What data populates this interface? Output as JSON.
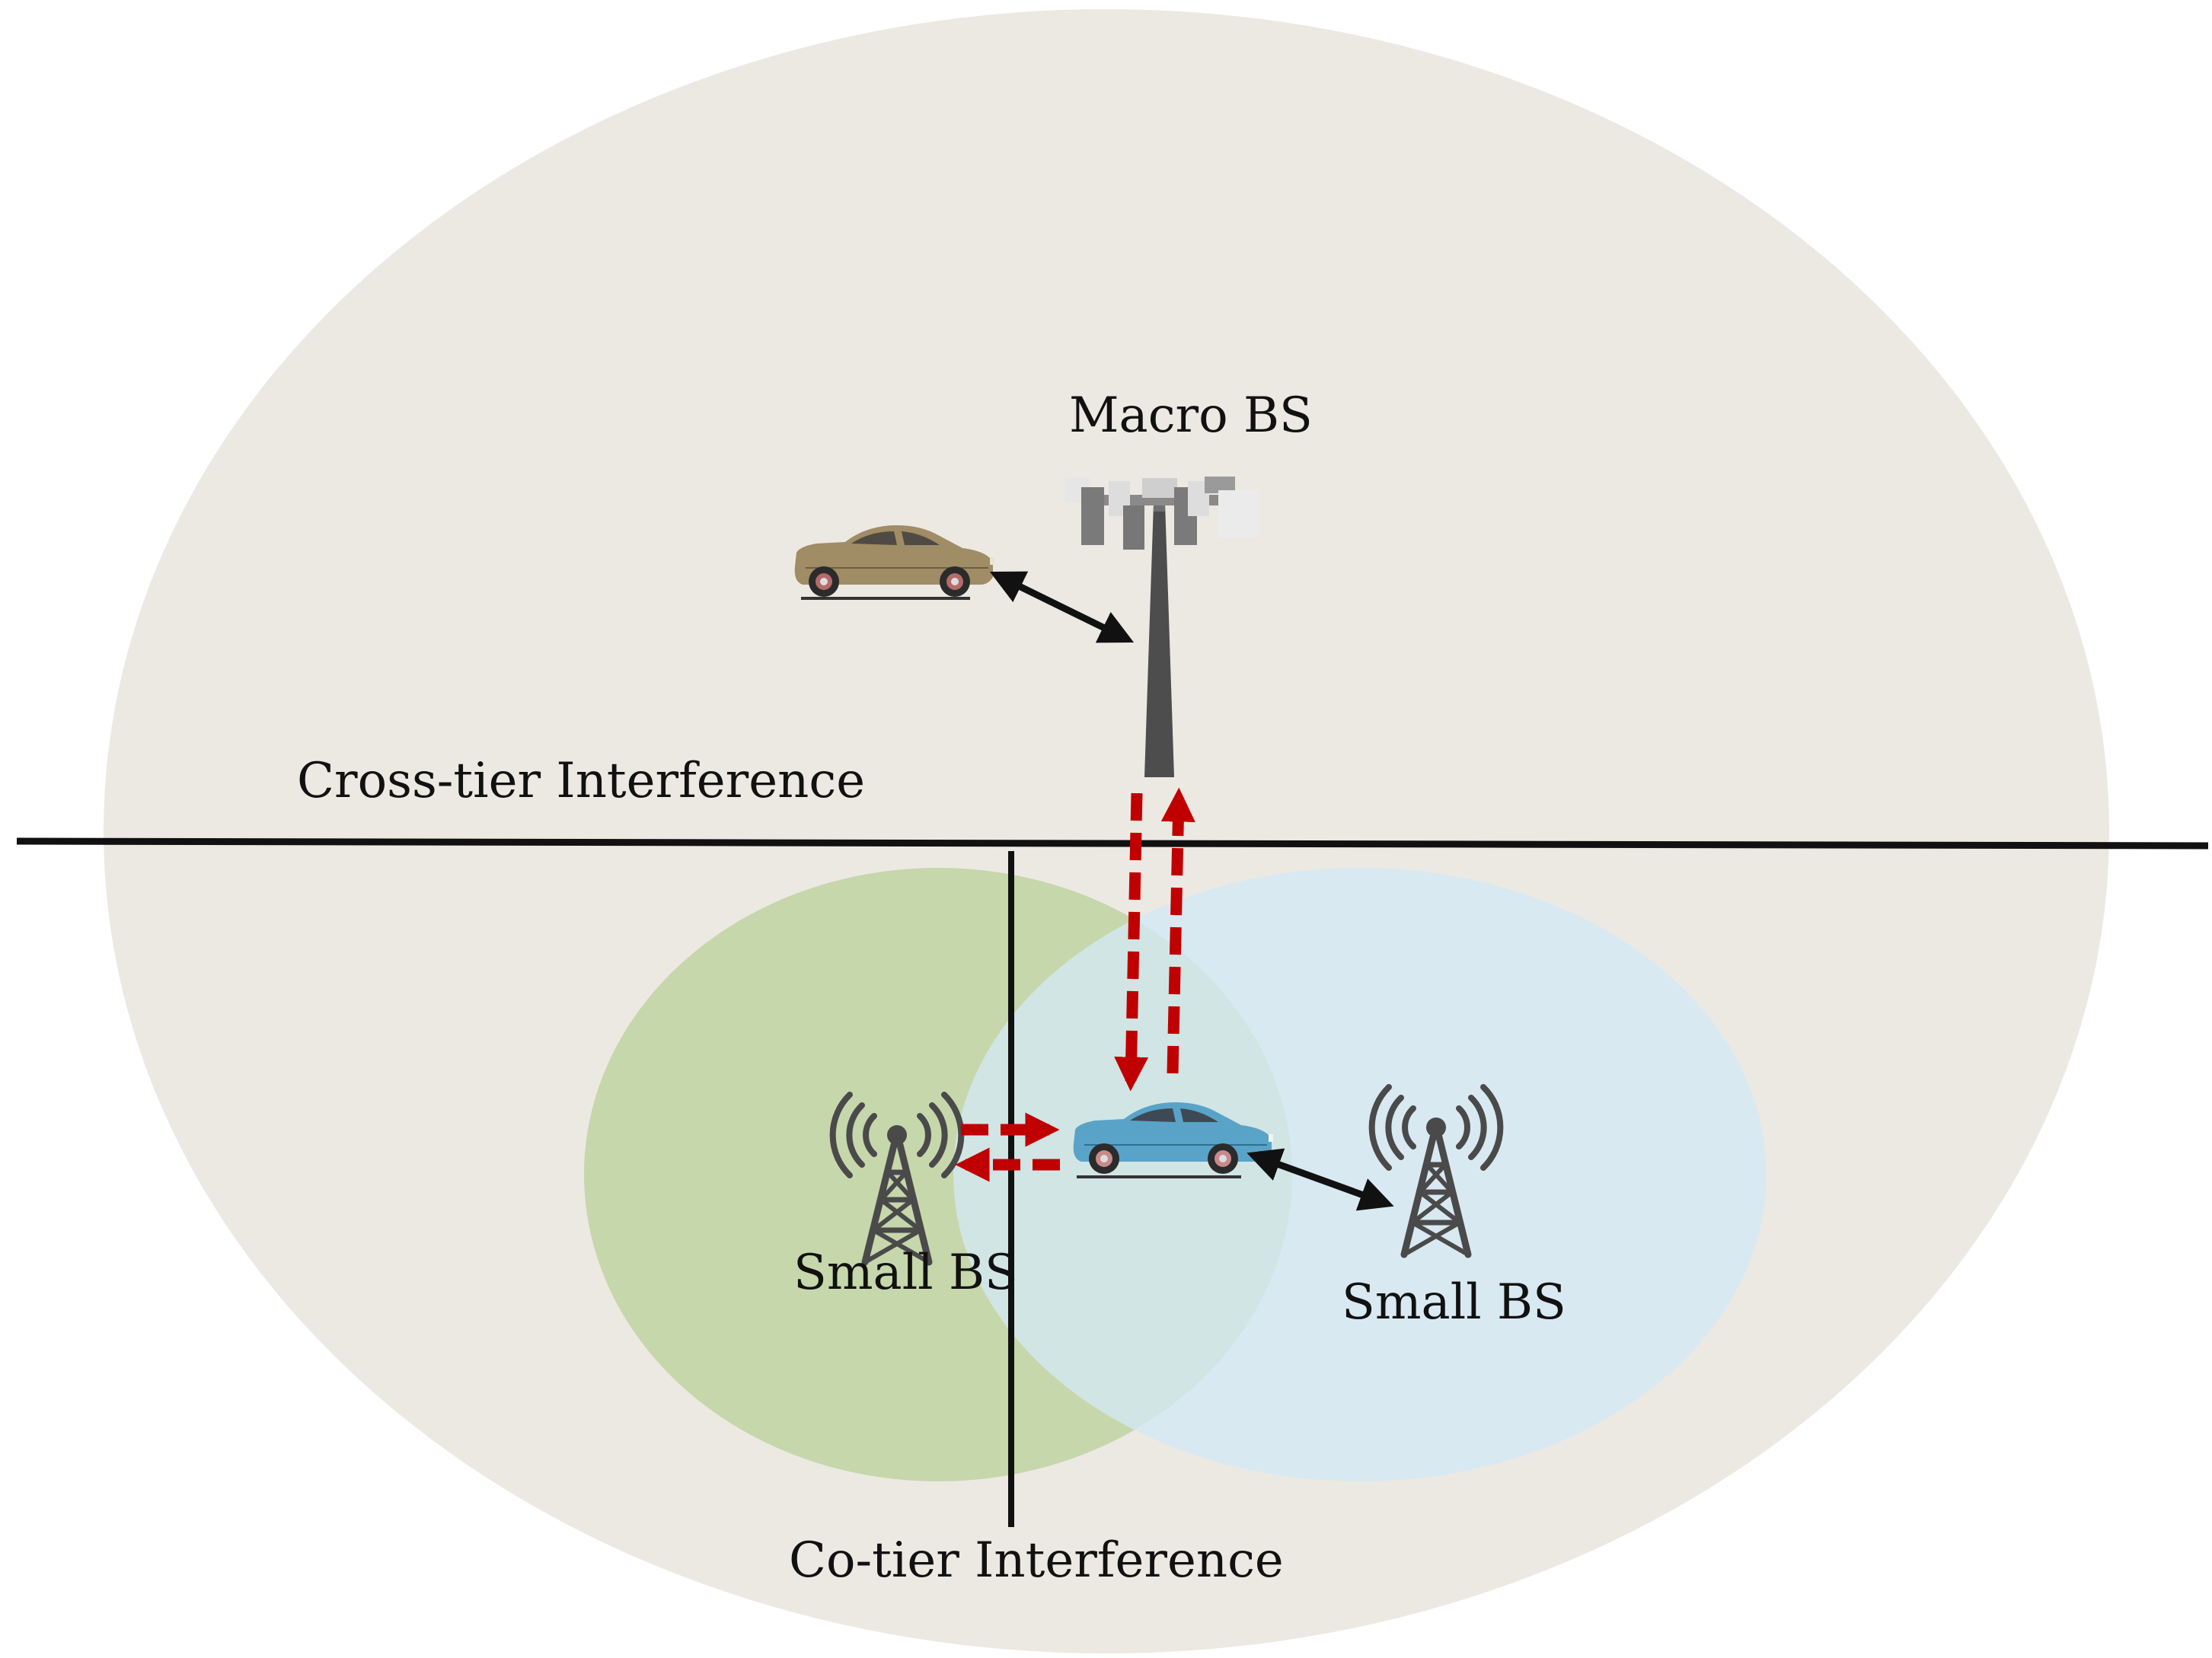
{
  "labels": {
    "macro_bs": "Macro BS",
    "cross_tier": "Cross-tier Interference",
    "small_bs_left": "Small BS",
    "small_bs_right": "Small BS",
    "co_tier": "Co-tier Interference"
  },
  "colors": {
    "macro_cell": "#ece9e3",
    "small_cell_left": "#c6d7ab",
    "small_cell_right": "#d3e9f5",
    "interference_arrow": "#c00000",
    "link_arrow": "#111111",
    "tower": "#4a4a4a",
    "car_top": "#a08c65",
    "car_center": "#5aa3c8"
  },
  "icons": {
    "macro_tower": "macro-tower-icon",
    "small_tower": "small-tower-icon",
    "car": "car-icon"
  }
}
